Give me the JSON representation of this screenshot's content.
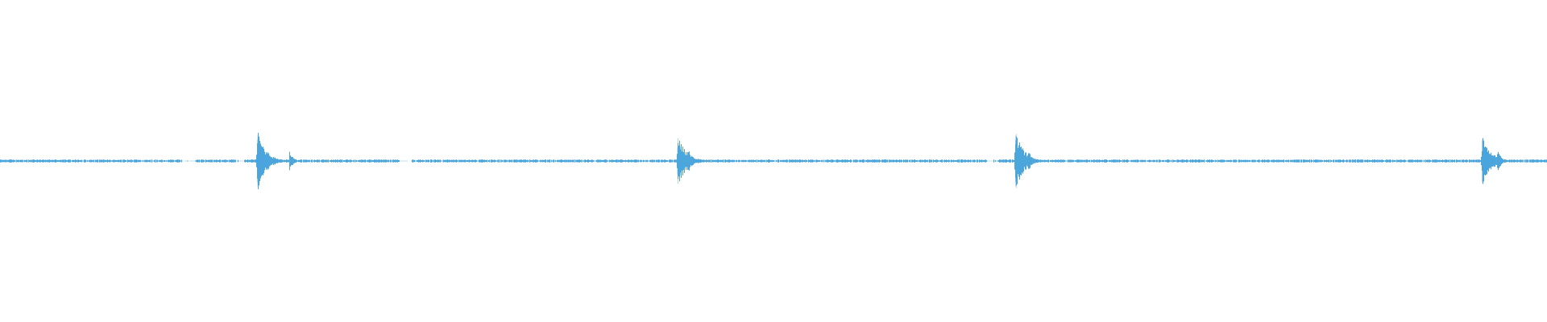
{
  "waveform": {
    "color": "#4ca6dc",
    "background": "#ffffff",
    "duration_seconds": 60,
    "bursts": [
      {
        "time": 10.0,
        "amplitude": 0.045,
        "decay": 2.6,
        "sub_bursts": [
          {
            "offset": 1.2,
            "amplitude": 0.018
          }
        ]
      },
      {
        "time": 26.3,
        "amplitude": 0.04,
        "decay": 1.6,
        "sub_bursts": [
          {
            "offset": 0.35,
            "amplitude": 0.025
          }
        ]
      },
      {
        "time": 39.4,
        "amplitude": 0.045,
        "decay": 1.8,
        "sub_bursts": [
          {
            "offset": 0.45,
            "amplitude": 0.02
          }
        ]
      },
      {
        "time": 57.5,
        "amplitude": 0.04,
        "decay": 1.8,
        "sub_bursts": [
          {
            "offset": 0.55,
            "amplitude": 0.022
          }
        ]
      }
    ],
    "quiet_segments": [
      {
        "start": 7.05,
        "end": 7.55
      },
      {
        "start": 9.15,
        "end": 9.45
      },
      {
        "start": 15.5,
        "end": 15.95
      },
      {
        "start": 38.25,
        "end": 38.65
      }
    ]
  }
}
